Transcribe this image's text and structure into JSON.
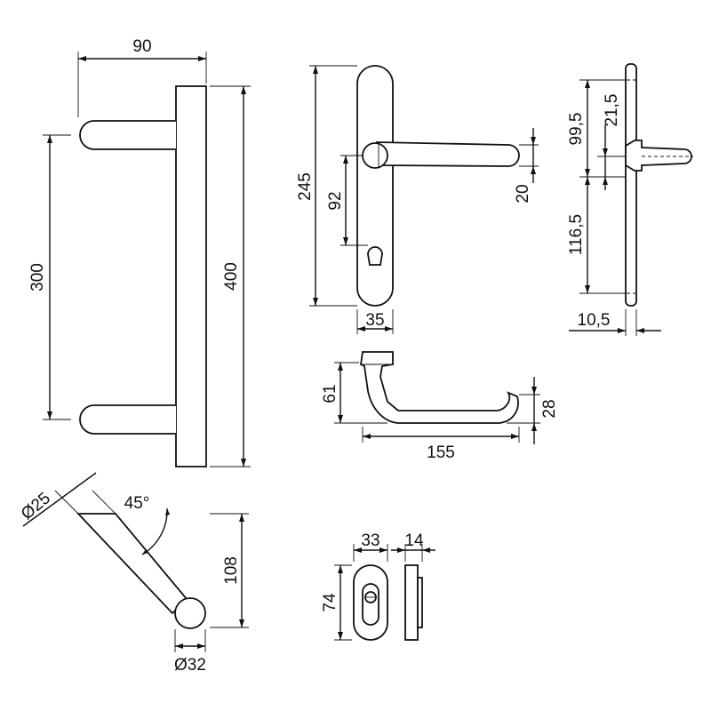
{
  "dimensions": {
    "d90": "90",
    "d300": "300",
    "d400": "400",
    "d245": "245",
    "d92": "92",
    "d35": "35",
    "d20": "20",
    "d99_5": "99,5",
    "d21_5": "21,5",
    "d116_5": "116,5",
    "d10_5": "10,5",
    "d61": "61",
    "d28": "28",
    "d155": "155",
    "d25": "Ø25",
    "d45": "45°",
    "d108": "108",
    "d32": "Ø32",
    "d33": "33",
    "d14": "14",
    "d74": "74"
  }
}
